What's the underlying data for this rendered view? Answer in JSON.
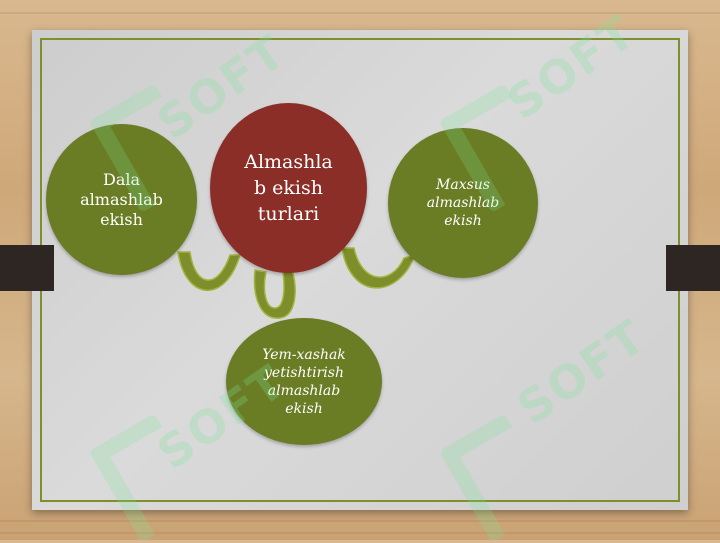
{
  "diagram": {
    "center": {
      "lines": [
        "Almashla",
        "b ekish",
        "turlari"
      ]
    },
    "left": {
      "lines": [
        "Dala",
        "almashlab",
        "ekish"
      ]
    },
    "right": {
      "lines": [
        "Maxsus",
        "almashlab",
        "ekish"
      ]
    },
    "bottom": {
      "lines": [
        "Yem-xashak",
        "yetishtirish",
        "almashlab",
        "ekish"
      ]
    }
  },
  "watermark": {
    "text": "SOFT"
  },
  "colors": {
    "center_fill": "#8c2e28",
    "node_fill": "#6b7d24",
    "connector_fill": "#7d8e2a",
    "slide_border": "#7f8f2c",
    "slide_bg": "#d4d4d4"
  }
}
